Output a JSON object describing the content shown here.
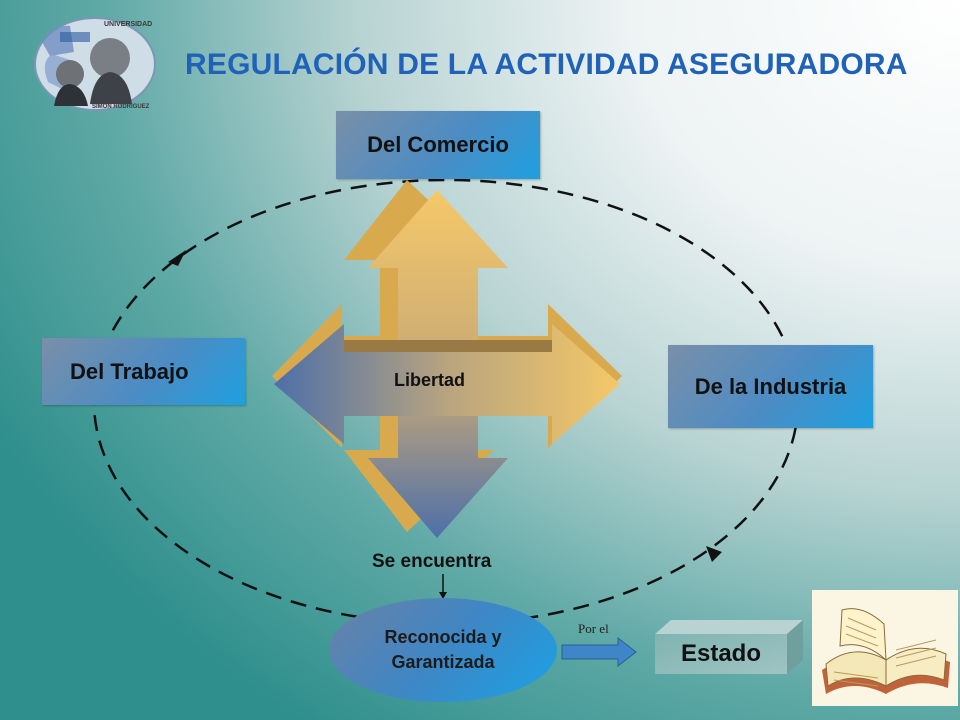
{
  "title": "REGULACIÓN DE LA ACTIVIDAD ASEGURADORA",
  "nodes": {
    "comercio": "Del Comercio",
    "trabajo": "Del Trabajo",
    "industria": "De la Industria",
    "center": "Libertad",
    "se_encuentra": "Se encuentra",
    "reconocida_line1": "Reconocida y",
    "reconocida_line2": "Garantizada",
    "por_el": "Por el",
    "estado": "Estado"
  },
  "logo": {
    "arc_text_top": "UNIVERSIDAD",
    "arc_text_bottom": "SIMON RODRIGUEZ"
  },
  "colors": {
    "title": "#1f62b8",
    "box_accent": "#1ea0e0",
    "arrow_gold": "#f0c060"
  }
}
